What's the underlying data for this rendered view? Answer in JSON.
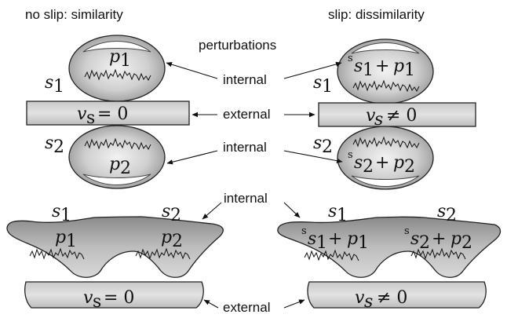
{
  "headers": {
    "left": "no slip: similarity",
    "right": "slip: dissimilarity",
    "perturbations": "perturbations"
  },
  "labels": {
    "internal": "internal",
    "external": "external"
  },
  "symbols": {
    "s1": "s",
    "s2": "s",
    "sub1": "1",
    "sub2": "2",
    "p": "p",
    "s": "s",
    "plus": "+",
    "v": "v",
    "eq_zero": "= 0",
    "neq_zero": "≠ 0",
    "slip_sub": "s"
  }
}
